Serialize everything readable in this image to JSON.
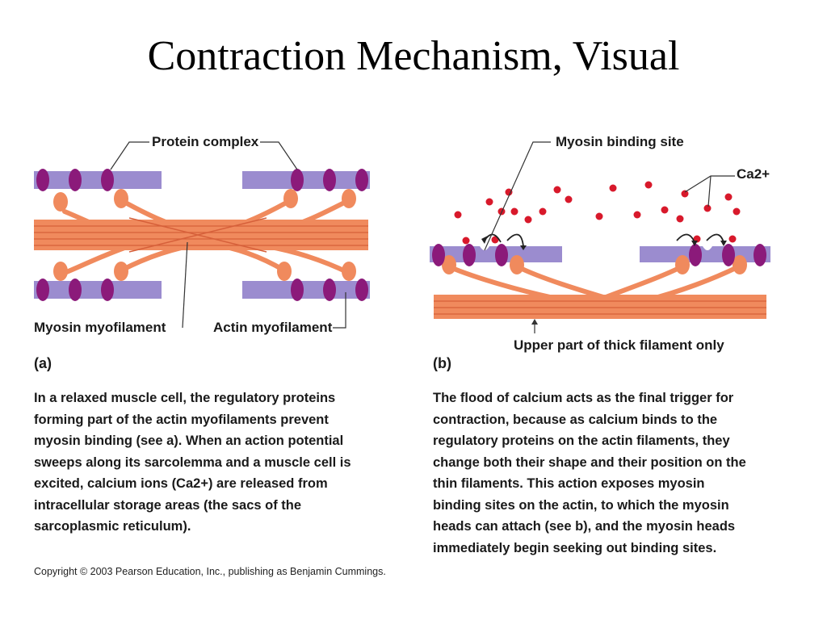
{
  "slide": {
    "title": "Contraction Mechanism, Visual"
  },
  "panel_a": {
    "label": "(a)",
    "protein_complex_label": "Protein complex",
    "myosin_label": "Myosin myofilament",
    "actin_label": "Actin myofilament",
    "caption_lines": [
      "In a relaxed muscle cell, the regulatory proteins",
      "forming part of the actin myofilaments prevent",
      "myosin binding (see a). When an action potential",
      "sweeps along its sarcolemma and a muscle cell is",
      "excited, calcium ions (Ca2+) are released from",
      "intracellular storage areas (the sacs of the",
      "sarcoplasmic reticulum)."
    ]
  },
  "panel_b": {
    "label": "(b)",
    "binding_site_label": "Myosin binding site",
    "calcium_label": "Ca2+",
    "thick_filament_label": "Upper part of thick filament only",
    "caption_lines": [
      "The flood of calcium acts as the final trigger for",
      "contraction, because as calcium binds to the",
      "regulatory proteins on the actin filaments, they",
      "change both their shape and their position on the",
      "thin filaments. This action exposes myosin",
      "binding sites on the actin, to which the myosin",
      "heads can attach (see b), and the myosin heads",
      "immediately begin seeking out binding sites."
    ]
  },
  "copyright": "Copyright © 2003 Pearson Education, Inc., publishing as Benjamin Cummings.",
  "colors": {
    "actin": "#9b8ccf",
    "myosin": "#f08a5d",
    "myosin_line": "#d6603a",
    "protein": "#8b1a7a",
    "calcium": "#d8192b"
  }
}
